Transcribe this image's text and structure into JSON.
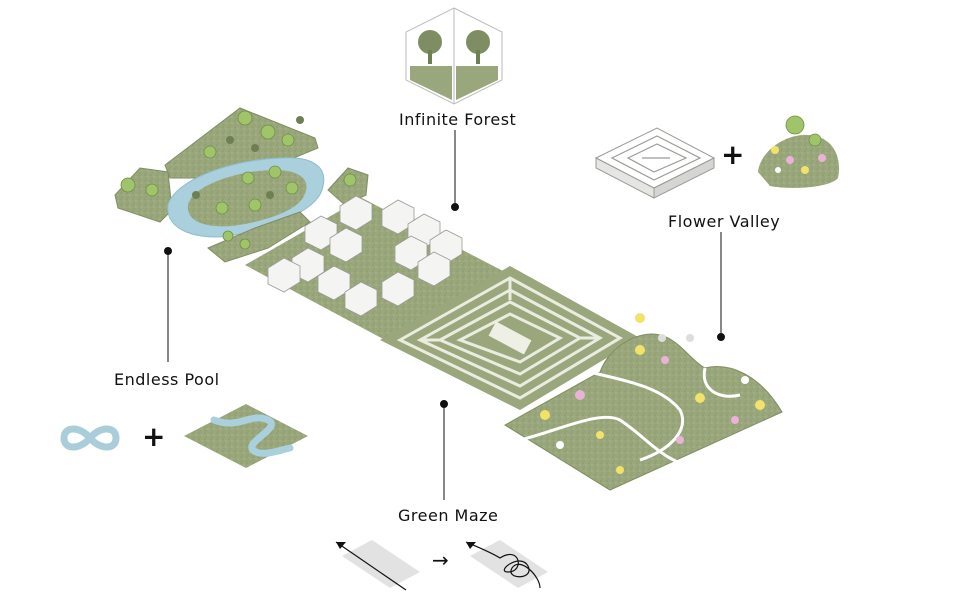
{
  "labels": {
    "infinite_forest": "Infinite Forest",
    "flower_valley": "Flower Valley",
    "endless_pool": "Endless Pool",
    "green_maze": "Green Maze"
  },
  "symbols": {
    "plus": "+",
    "arrow": "→"
  },
  "colors": {
    "grass": "#9aa77c",
    "grass_dark": "#7f8e62",
    "water": "#a9d0dc",
    "house": "#f4f4f2",
    "maze_path": "#e9ecdf",
    "tree": "#9fc46a",
    "infinity": "#a9cdd9"
  },
  "icons": {
    "forest_cube": "forest-cube-icon",
    "maze_block": "maze-block-icon",
    "flower_mound": "flower-mound-icon",
    "infinity": "infinity-icon",
    "river_tile": "river-tile-icon",
    "straight_path": "straight-path-icon",
    "tangled_path": "tangled-path-icon"
  }
}
